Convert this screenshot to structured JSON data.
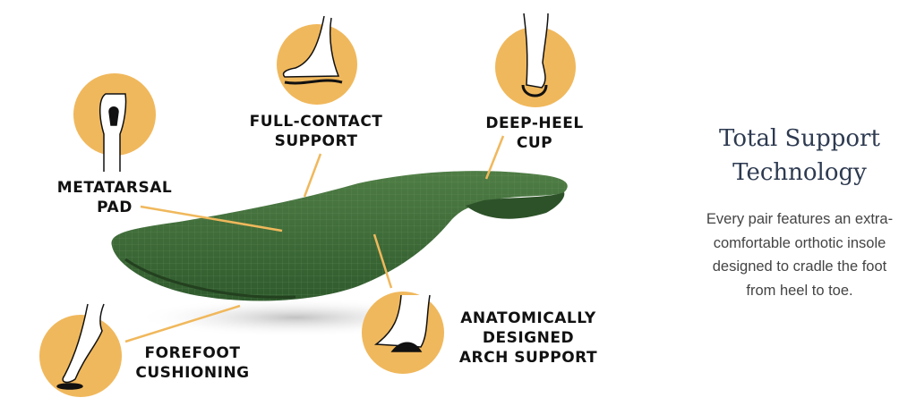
{
  "colors": {
    "accent": "#f0b85c",
    "insole": "#3f6b3a",
    "title": "#2d3a50",
    "body": "#444444"
  },
  "features": [
    {
      "id": "metatarsal",
      "lines": [
        "METATARSAL",
        "PAD"
      ],
      "icon": "foot-sole-icon"
    },
    {
      "id": "full-contact",
      "lines": [
        "FULL-CONTACT",
        "SUPPORT"
      ],
      "icon": "foot-side-icon"
    },
    {
      "id": "deep-heel",
      "lines": [
        "DEEP-HEEL",
        "CUP"
      ],
      "icon": "heel-cup-icon"
    },
    {
      "id": "forefoot",
      "lines": [
        "FOREFOOT",
        "CUSHIONING"
      ],
      "icon": "tiptoe-foot-icon"
    },
    {
      "id": "arch",
      "lines": [
        "ANATOMICALLY",
        "DESIGNED",
        "ARCH SUPPORT"
      ],
      "icon": "arch-foot-icon"
    }
  ],
  "heading": {
    "line1": "Total Support",
    "line2": "Technology"
  },
  "description": {
    "lines": [
      "Every pair features an extra-",
      "comfortable orthotic insole",
      "designed to cradle the foot",
      "from heel to toe."
    ]
  }
}
